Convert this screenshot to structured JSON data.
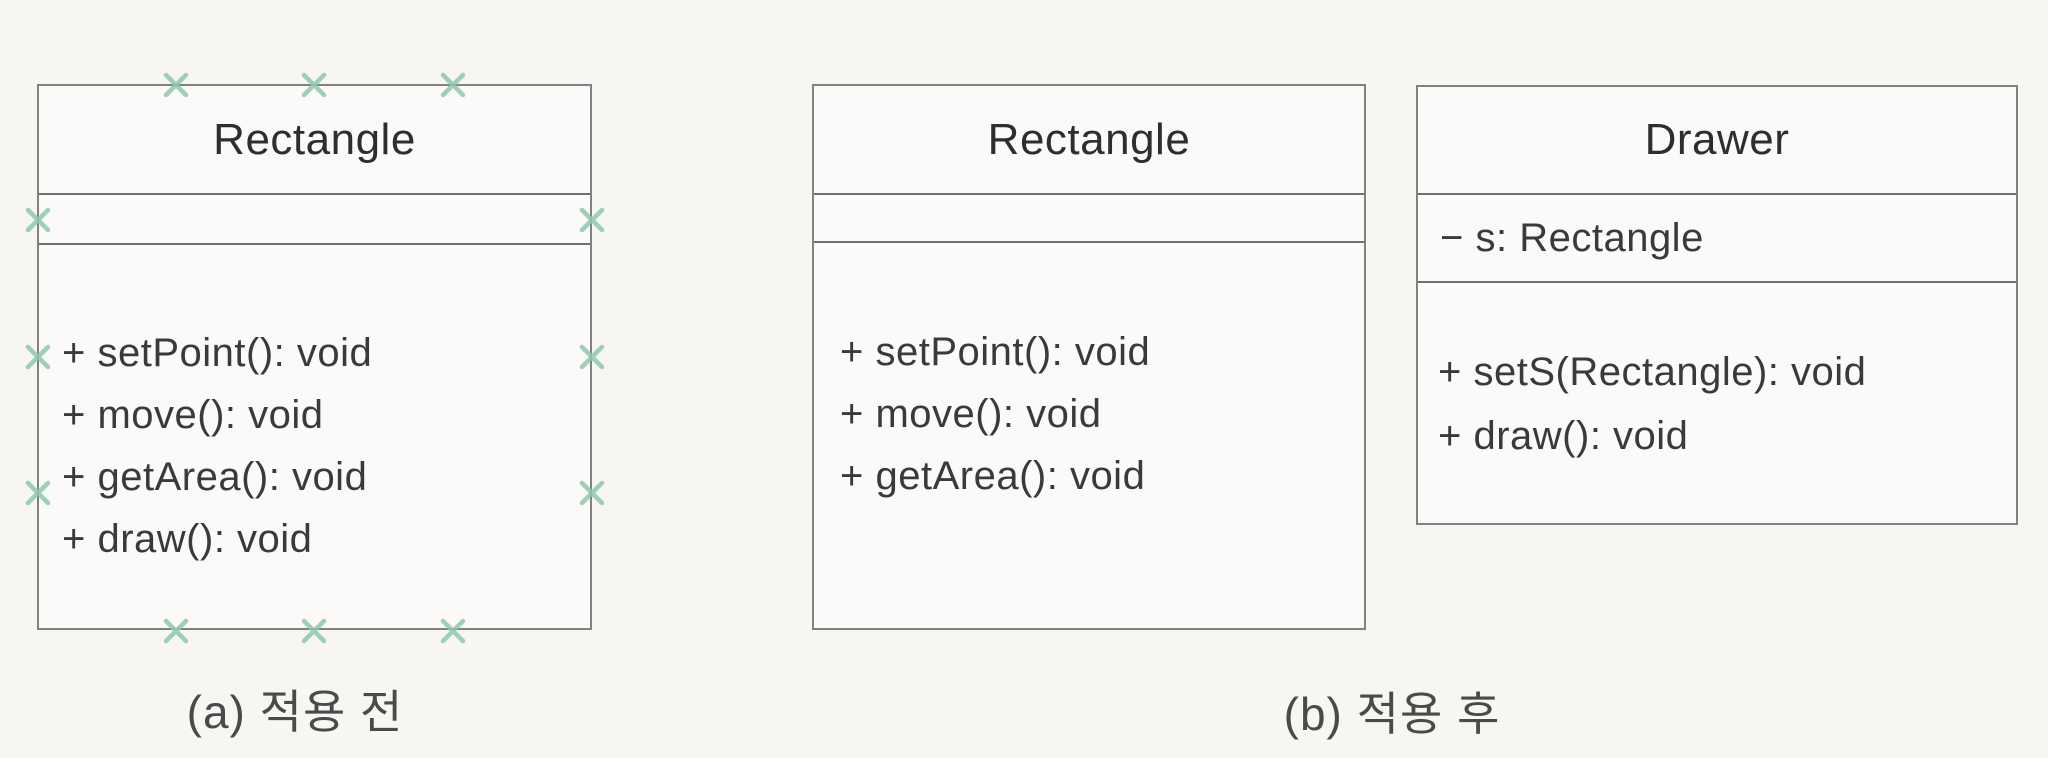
{
  "colors": {
    "background": "#f7f6f3",
    "box_border": "#818181",
    "divider": "#6f6f6f",
    "text": "#3a3a3a",
    "selection_handle": "#8cc7b0"
  },
  "panel_a": {
    "caption": "(a) 적용 전",
    "rectangle_class": {
      "title": "Rectangle",
      "attributes": [],
      "methods": [
        "+ setPoint(): void",
        "+ move(): void",
        "+ getArea(): void",
        "+ draw(): void"
      ]
    }
  },
  "panel_b": {
    "caption": "(b) 적용 후",
    "rectangle_class": {
      "title": "Rectangle",
      "attributes": [],
      "methods": [
        "+ setPoint(): void",
        "+ move(): void",
        "+ getArea(): void"
      ]
    },
    "drawer_class": {
      "title": "Drawer",
      "attributes": [
        "− s: Rectangle"
      ],
      "methods": [
        "+ setS(Rectangle): void",
        "+ draw(): void"
      ]
    }
  }
}
